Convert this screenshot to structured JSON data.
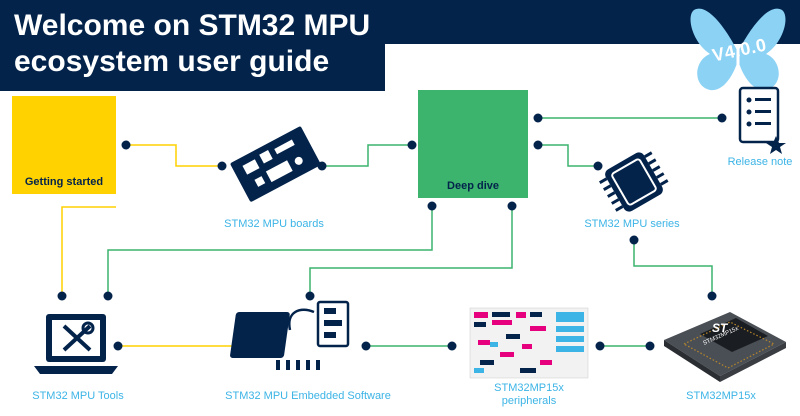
{
  "header": {
    "title_line1": "Welcome on STM32 MPU",
    "title_line2": "ecosystem user guide",
    "version_badge": "V4.0.0"
  },
  "nodes": {
    "getting_started": "Getting started",
    "deep_dive": "Deep dive",
    "boards": "STM32 MPU boards",
    "release_note": "Release note",
    "series": "STM32 MPU series",
    "tools": "STM32 MPU Tools",
    "embedded_software": "STM32 MPU Embedded Software",
    "peripherals_line1": "STM32MP15x",
    "peripherals_line2": "peripherals",
    "mp15x": "STM32MP15x"
  },
  "chip_marking": {
    "logo": "ST",
    "part": "STM32MP15x"
  },
  "colors": {
    "navy": "#03234b",
    "yellow": "#ffd200",
    "green": "#3cb46e",
    "cyan": "#3cb4e6",
    "butterfly": "#8cd2f5"
  }
}
